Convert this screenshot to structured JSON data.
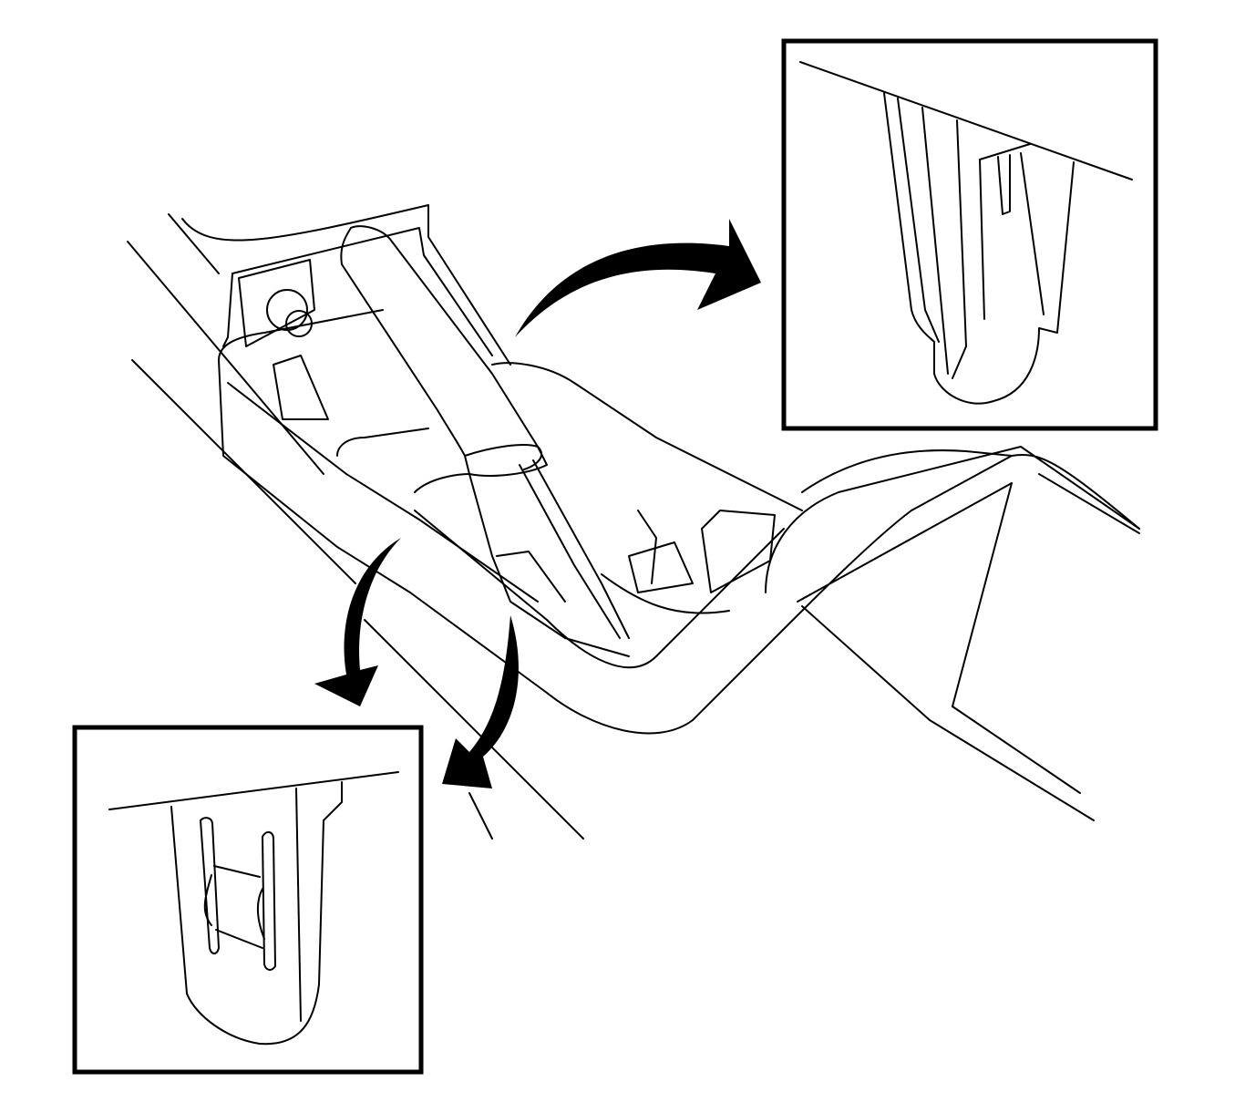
{
  "colors": {
    "stroke": "#000000",
    "background": "#ffffff"
  },
  "diagram": {
    "parts": [
      "center-console",
      "parking-brake-lever",
      "detail-inset-upper-right",
      "detail-inset-lower-left",
      "direction-arrows"
    ]
  }
}
